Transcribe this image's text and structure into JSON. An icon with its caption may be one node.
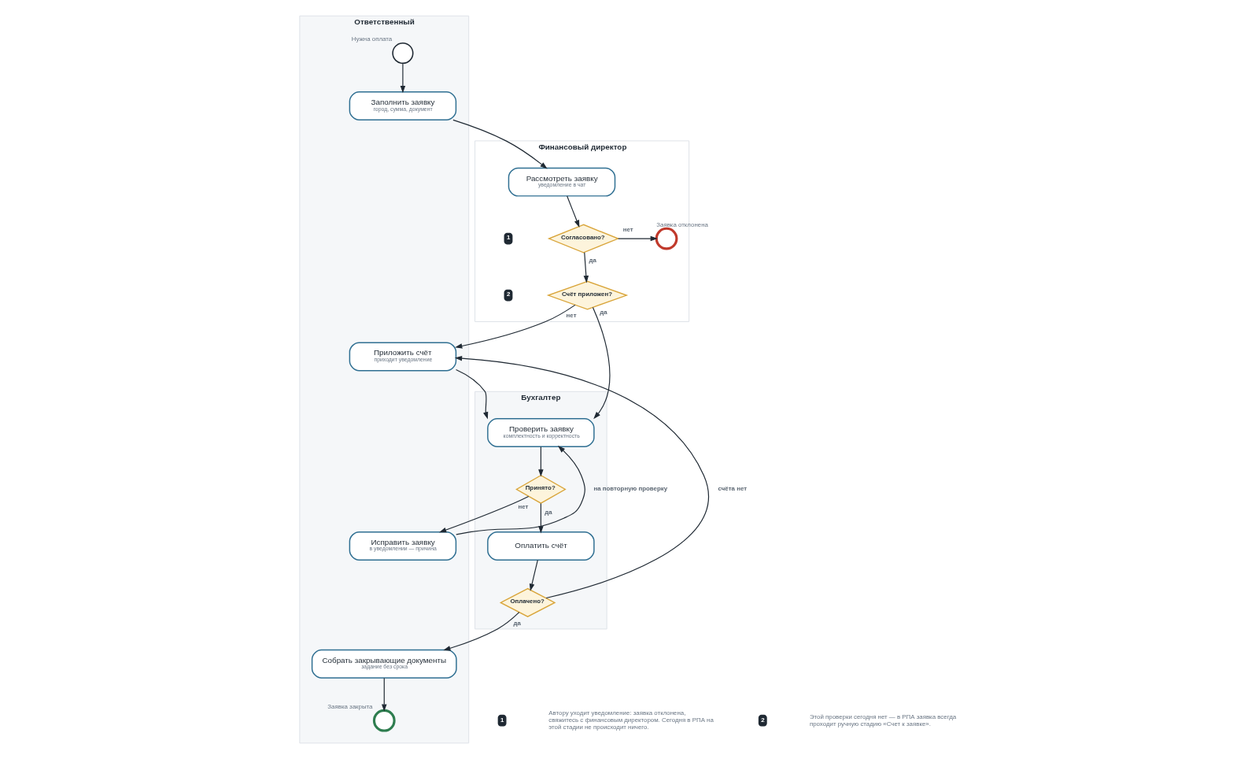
{
  "diagram": {
    "nodes": [
      {
        "text": [
          "Ответственный"
        ]
      },
      {
        "text": [
          "Финансовый директор"
        ]
      },
      {
        "text": [
          "Бухгалтер"
        ]
      },
      {
        "text": [],
        "shape": "circle",
        "in": 0,
        "beside": [
          "Нужна оплата"
        ]
      },
      {
        "text": [
          "Заполнить заявку",
          "город, сумма, документ"
        ],
        "in": 0
      },
      {
        "text": [
          "Рассмотреть заявку",
          "уведомление в чат"
        ],
        "in": 1
      },
      {
        "text": [
          "Согласовано?"
        ],
        "in": 1
      },
      {
        "text": [],
        "shape": "circle",
        "in": 1,
        "beside": [
          "Заявка отклонена"
        ]
      },
      {
        "text": [
          "Счёт приложен?"
        ],
        "in": 1
      },
      {
        "text": [
          "Приложить счёт",
          "приходит уведомление"
        ],
        "in": 0
      },
      {
        "text": [
          "Проверить заявку",
          "комплектность и корректность"
        ],
        "in": 2
      },
      {
        "text": [
          "Принято?"
        ],
        "in": 2
      },
      {
        "text": [
          "Исправить заявку",
          "в уведомлении — причина"
        ],
        "in": 0
      },
      {
        "text": [
          "Оплатить счёт"
        ],
        "in": 2
      },
      {
        "text": [
          "Оплачено?"
        ],
        "in": 2
      },
      {
        "text": [
          "Собрать закрывающие документы",
          "задание без срока"
        ],
        "in": 0
      },
      {
        "text": [],
        "shape": "circle",
        "in": 0,
        "beside": [
          "Заявка закрыта"
        ]
      }
    ],
    "edges": [
      {
        "from": 3,
        "to": 4,
        "arrow": "to"
      },
      {
        "from": 4,
        "to": 5,
        "arrow": "to"
      },
      {
        "from": 5,
        "to": 6,
        "arrow": "to"
      },
      {
        "from": 6,
        "to": 7,
        "arrow": "to",
        "label": "нет"
      },
      {
        "from": 6,
        "to": 8,
        "arrow": "to",
        "label": "да"
      },
      {
        "from": 8,
        "to": 9,
        "arrow": "to",
        "label": "нет"
      },
      {
        "from": 8,
        "to": 10,
        "arrow": "to",
        "label": "да"
      },
      {
        "from": 9,
        "to": 10,
        "arrow": "to"
      },
      {
        "from": 10,
        "to": 11,
        "arrow": "to"
      },
      {
        "from": 11,
        "to": 12,
        "arrow": "to",
        "label": "нет"
      },
      {
        "from": 12,
        "to": 10,
        "arrow": "to",
        "label": "на повторную проверку"
      },
      {
        "from": 11,
        "to": 13,
        "arrow": "to",
        "label": "да"
      },
      {
        "from": 13,
        "to": 14,
        "arrow": "to"
      },
      {
        "from": 14,
        "to": 9,
        "arrow": "to",
        "label": "счёта нет"
      },
      {
        "from": 14,
        "to": 15,
        "arrow": "to",
        "label": "да"
      },
      {
        "from": 15,
        "to": 16,
        "arrow": "to"
      }
    ],
    "labels": [
      "1",
      "2",
      "1",
      "Автору уходит уведомление: заявка отклонена, свяжитесь с финансовым директором. Сегодня в РПА на этой стадии не происходит ничего.",
      "2",
      "Этой проверки сегодня нет — в РПА заявка всегда проходит ручную стадию «Счет к заявке»."
    ]
  }
}
